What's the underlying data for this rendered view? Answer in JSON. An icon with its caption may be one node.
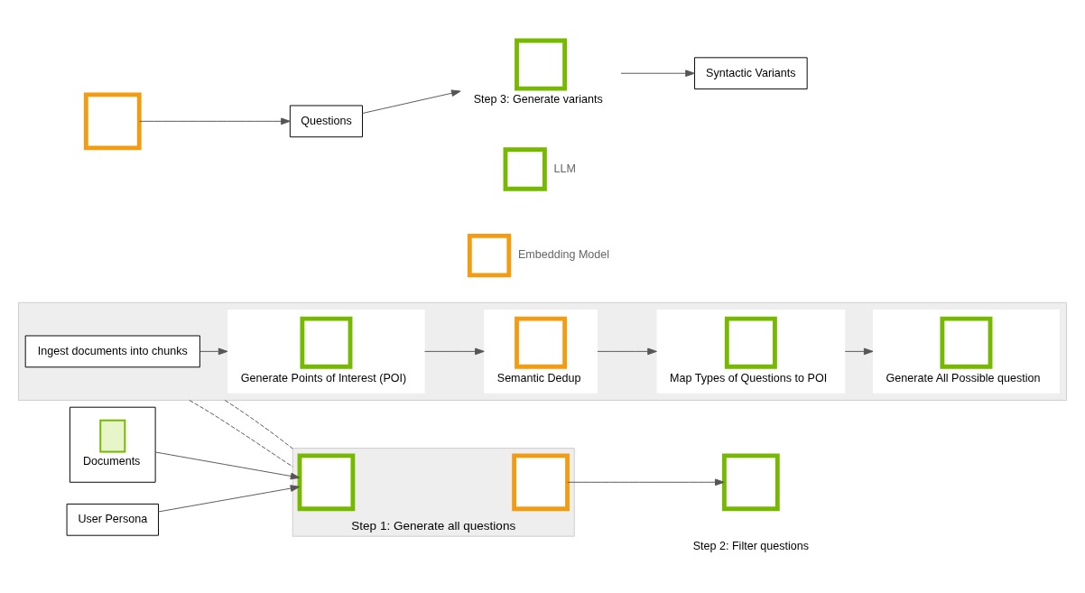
{
  "diagram": {
    "nodes": [
      {
        "text": [],
        "shape": "box"
      },
      {
        "text": [
          "Ingest documents into chunks"
        ],
        "in": 0
      },
      {
        "text": [
          "Generate Points of Interest (POI)"
        ],
        "in": 0
      },
      {
        "text": [
          "Semantic Dedup"
        ],
        "in": 0
      },
      {
        "text": [
          "Map Types of Questions to POI"
        ],
        "in": 0
      },
      {
        "text": [
          "Generate All Possible question"
        ],
        "in": 0
      },
      {
        "text": [
          "Documents"
        ]
      },
      {
        "text": [
          "User Persona"
        ]
      },
      {
        "text": [
          "Step 1: Generate all questions"
        ]
      },
      {
        "text": [],
        "shape": "box",
        "in": 8
      },
      {
        "text": [],
        "shape": "box",
        "in": 8
      },
      {
        "text": [],
        "shape": "box"
      },
      {
        "text": [],
        "shape": "box"
      },
      {
        "text": [
          "Questions"
        ]
      },
      {
        "text": [
          "Step 3: Generate variants"
        ]
      },
      {
        "text": [
          "Syntactic Variants"
        ]
      }
    ],
    "edges": [
      {
        "from": 1,
        "to": 2,
        "arrow": "to"
      },
      {
        "from": 2,
        "to": 3,
        "arrow": "to"
      },
      {
        "from": 3,
        "to": 4,
        "arrow": "to"
      },
      {
        "from": 4,
        "to": 5,
        "arrow": "to"
      },
      {
        "from": 0,
        "to": 8,
        "arrow": "none",
        "style": "dashed"
      },
      {
        "from": 0,
        "to": 8,
        "arrow": "none",
        "style": "dashed"
      },
      {
        "from": 6,
        "to": 9,
        "arrow": "to"
      },
      {
        "from": 7,
        "to": 9,
        "arrow": "to"
      },
      {
        "from": 10,
        "to": 11,
        "arrow": "to"
      },
      {
        "from": 12,
        "to": 13,
        "arrow": "to"
      },
      {
        "from": 13,
        "to": 14,
        "arrow": "to"
      },
      {
        "from": 14,
        "to": 15,
        "arrow": "to"
      }
    ],
    "labels": [
      "Step 2: Filter questions"
    ],
    "legend": [
      {
        "text": "LLM"
      },
      {
        "text": "Embedding Model"
      }
    ]
  }
}
